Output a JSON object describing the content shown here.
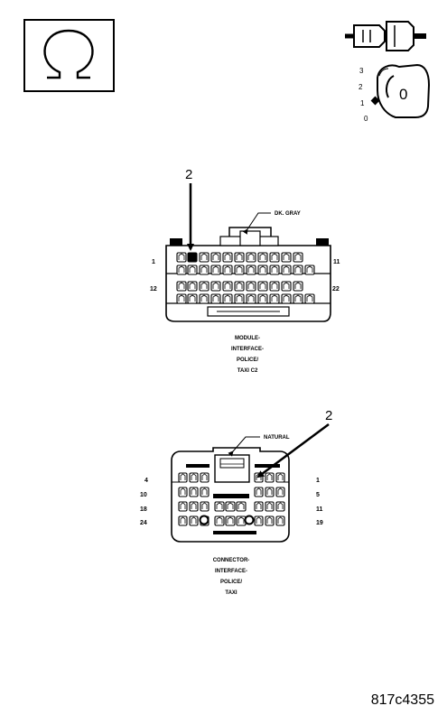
{
  "ohm_symbol": "Ω",
  "ignition": {
    "positions": [
      "3",
      "2",
      "1",
      "0"
    ],
    "key_label": "0"
  },
  "connector_c2": {
    "callout": "2",
    "color_label": "DK. GRAY",
    "pin_top_left": "1",
    "pin_top_right": "11",
    "pin_bottom_left": "12",
    "pin_bottom_right": "22",
    "caption": [
      "MODULE-",
      "INTERFACE-",
      "POLICE/",
      "TAXI C2"
    ]
  },
  "connector_interface": {
    "callout": "2",
    "color_label": "NATURAL",
    "row_labels_left": [
      "4",
      "10",
      "18",
      "24"
    ],
    "row_labels_right": [
      "1",
      "5",
      "11",
      "19"
    ],
    "caption": [
      "CONNECTOR-",
      "INTERFACE-",
      "POLICE/",
      "TAXI"
    ]
  },
  "figure_id": "817c4355"
}
